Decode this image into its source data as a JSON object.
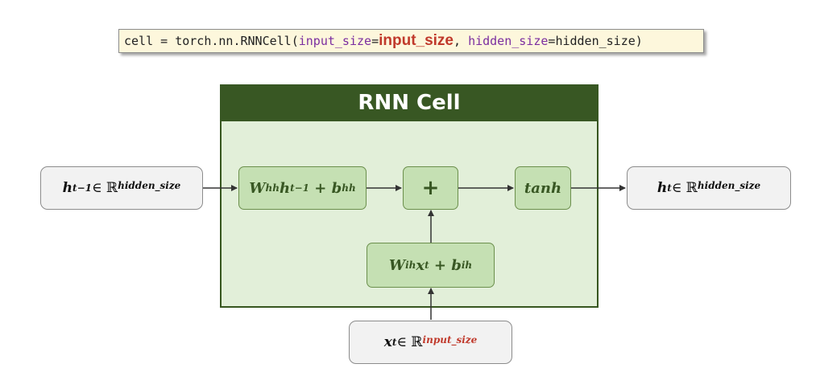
{
  "code": {
    "prefix": "cell = torch.nn.RNNCell(",
    "arg1_name": "input_size",
    "eq1": "=",
    "arg1_value": "input_size",
    "sep": ", ",
    "arg2_name": "hidden_size",
    "eq2": "=",
    "arg2_value": "hidden_size",
    "suffix": ")"
  },
  "cell": {
    "title": "RNN Cell"
  },
  "inputs": {
    "h_prev": {
      "var": "h",
      "sub": "t−1",
      "member": " ∈ ℝ",
      "sup": "hidden_size"
    },
    "x_t": {
      "var": "x",
      "sub": "t",
      "member": " ∈ ℝ",
      "sup": "input_size"
    }
  },
  "output": {
    "h_t": {
      "var": "h",
      "sub": "t",
      "member": " ∈ ℝ",
      "sup": "hidden_size"
    }
  },
  "ops": {
    "whh": {
      "w": "W",
      "w_sub": "hh",
      "h": "h",
      "h_sub": "t−1",
      "plus": " + ",
      "b": "b",
      "b_sub": "hh"
    },
    "wih": {
      "w": "W",
      "w_sub": "ih",
      "x": "x",
      "x_sub": "t",
      "plus": " + ",
      "b": "b",
      "b_sub": "ih"
    },
    "sum": {
      "symbol": "+"
    },
    "act": {
      "label": "tanh"
    }
  },
  "colors": {
    "header_bg": "#385723",
    "cell_bg": "#e2efd9",
    "op_bg": "#c5e0b3",
    "io_bg": "#f2f2f2",
    "code_bg": "#fdf7dc",
    "highlight_red": "#c0392b",
    "code_purple": "#7b2ea0"
  }
}
